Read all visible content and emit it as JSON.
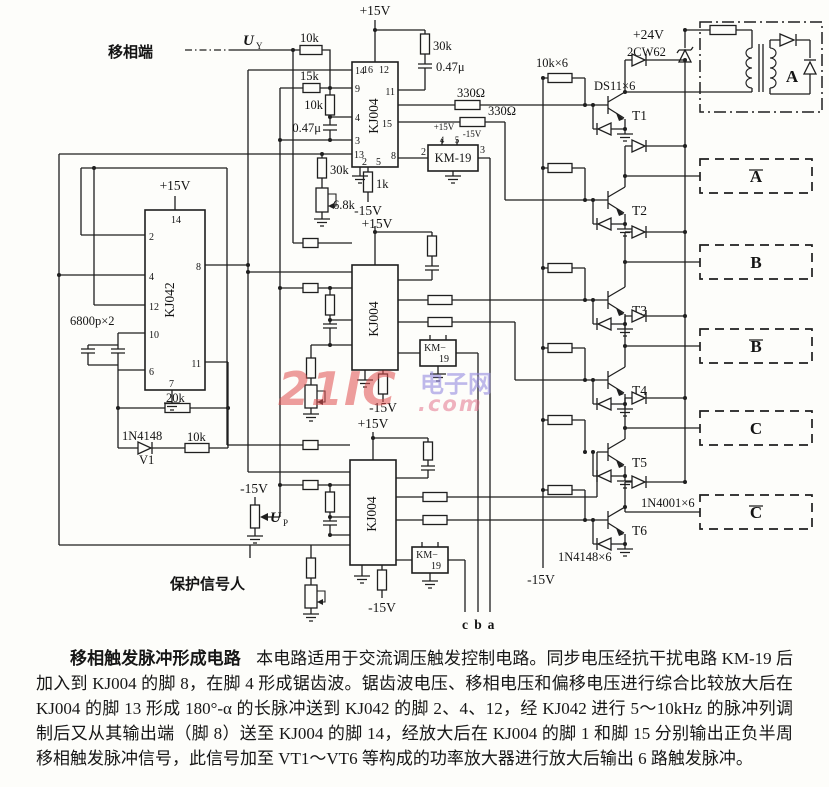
{
  "watermark": {
    "brand": "21IC",
    "site": "电子网",
    "dot_com": ".com"
  },
  "caption": {
    "title": "移相触发脉冲形成电路",
    "body": "本电路适用于交流调压触发控制电路。同步电压经抗干扰电路 KM-19 后加入到 KJ004 的脚 8，在脚 4 形成锯齿波。锯齿波电压、移相电压和偏移电压进行综合比较放大后在 KJ004 的脚 13 形成 180°-α 的长脉冲送到 KJ042 的脚 2、4、12，经 KJ042 进行 5～10kHz 的脉冲列调制后又从其输出端（脚 8）送至 KJ004 的脚 14，经放大后在 KJ004 的脚 1 和脚 15 分别输出正负半周移相触发脉冲信号，此信号加至 VT1～VT6 等构成的功率放大器进行放大后输出 6 路触发脉冲。"
  },
  "power": {
    "p15": "+15V",
    "n15": "-15V",
    "p24": "+24V"
  },
  "ics": {
    "kj004": "KJ004",
    "kj042": "KJ042",
    "km19": "KM-19",
    "km19_line1": "KM−",
    "km19_line2": "19"
  },
  "parts": {
    "r10k": "10k",
    "r15k": "15k",
    "r30k": "30k",
    "r68k": "6.8k",
    "r20k": "20k",
    "r1k": "1k",
    "r330": "330Ω",
    "c047": "0.47μ",
    "c6800": "6800p×2",
    "rx6": "10k×6",
    "ds11": "DS11×6",
    "zener": "2CW62",
    "d4001": "1N4001×6",
    "d4148x6": "1N4148×6",
    "d4148": "1N4148",
    "v1": "V1"
  },
  "terminals": {
    "phase": "移相端",
    "protect": "保护信号人",
    "u": "U",
    "uy_sub": "Y",
    "up_sub": "P",
    "sync_a": "a",
    "sync_b": "b",
    "sync_c": "c"
  },
  "pins": {
    "p2": "2",
    "p3": "3",
    "p4": "4",
    "p5": "5",
    "p6": "6",
    "p7": "7",
    "p8": "8",
    "p9": "9",
    "p10": "10",
    "p11": "11",
    "p12": "12",
    "p13": "13",
    "p14": "14",
    "p15": "15",
    "p16": "16"
  },
  "transistors": {
    "t1": "T1",
    "t2": "T2",
    "t3": "T3",
    "t4": "T4",
    "t5": "T5",
    "t6": "T6"
  },
  "outputs": {
    "a_module": "A",
    "a_inv": "A",
    "b": "B",
    "b_inv": "B",
    "c": "C",
    "c_inv": "C"
  }
}
